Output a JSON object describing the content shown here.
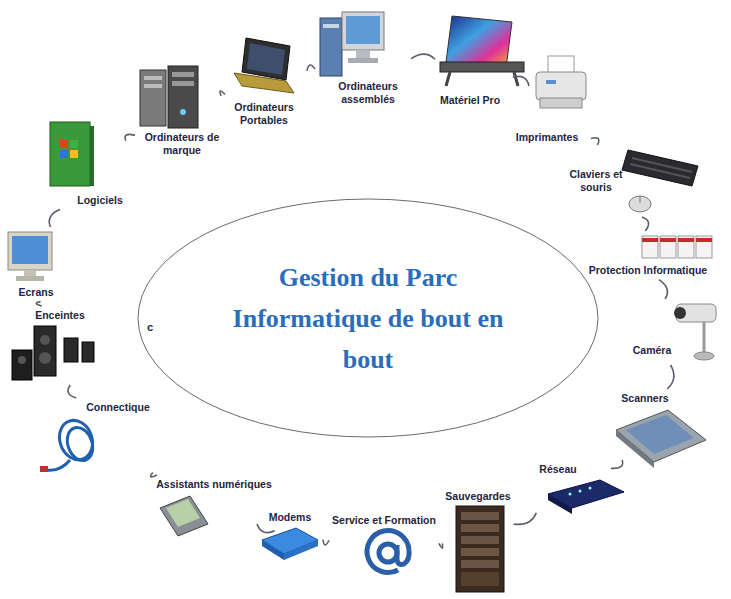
{
  "diagram": {
    "nodes": [
      {
        "text": [
          "Gestion du Parc Informatique de bout en bout"
        ]
      },
      {
        "text": [
          "Ordinateurs de marque"
        ]
      },
      {
        "text": [
          "Ordinateurs Portables"
        ]
      },
      {
        "text": [
          "Ordinateurs assemblés"
        ]
      },
      {
        "text": [
          "Matériel Pro"
        ]
      },
      {
        "text": [
          "Imprimantes"
        ]
      },
      {
        "text": [
          "Claviers et souris"
        ]
      },
      {
        "text": [
          "Protection Informatique"
        ]
      },
      {
        "text": [
          "Caméra"
        ]
      },
      {
        "text": [
          "Scanners"
        ]
      },
      {
        "text": [
          "Réseau"
        ]
      },
      {
        "text": [
          "Sauvegardes"
        ]
      },
      {
        "text": [
          "Service et Formation"
        ]
      },
      {
        "text": [
          "Modems"
        ]
      },
      {
        "text": [
          "Assistants numériques"
        ]
      },
      {
        "text": [
          "Connectique"
        ]
      },
      {
        "text": [
          "Enceintes"
        ]
      },
      {
        "text": [
          "Ecrans"
        ]
      },
      {
        "text": [
          "Logiciels"
        ]
      }
    ],
    "edges": [
      {
        "from": 1,
        "to": 2,
        "arrow": "none"
      },
      {
        "from": 2,
        "to": 3,
        "arrow": "none"
      },
      {
        "from": 3,
        "to": 4,
        "arrow": "none"
      },
      {
        "from": 4,
        "to": 5,
        "arrow": "none"
      },
      {
        "from": 5,
        "to": 6,
        "arrow": "none"
      },
      {
        "from": 6,
        "to": 7,
        "arrow": "none"
      },
      {
        "from": 7,
        "to": 8,
        "arrow": "none"
      },
      {
        "from": 8,
        "to": 9,
        "arrow": "none"
      },
      {
        "from": 9,
        "to": 10,
        "arrow": "none"
      },
      {
        "from": 10,
        "to": 11,
        "arrow": "none"
      },
      {
        "from": 11,
        "to": 12,
        "arrow": "none"
      },
      {
        "from": 12,
        "to": 13,
        "arrow": "none"
      },
      {
        "from": 13,
        "to": 14,
        "arrow": "none"
      },
      {
        "from": 14,
        "to": 15,
        "arrow": "none"
      },
      {
        "from": 15,
        "to": 16,
        "arrow": "none"
      },
      {
        "from": 16,
        "to": 17,
        "arrow": "none"
      },
      {
        "from": 17,
        "to": 18,
        "arrow": "none"
      },
      {
        "from": 18,
        "to": 1,
        "arrow": "none"
      }
    ],
    "labels": [
      "c"
    ]
  }
}
